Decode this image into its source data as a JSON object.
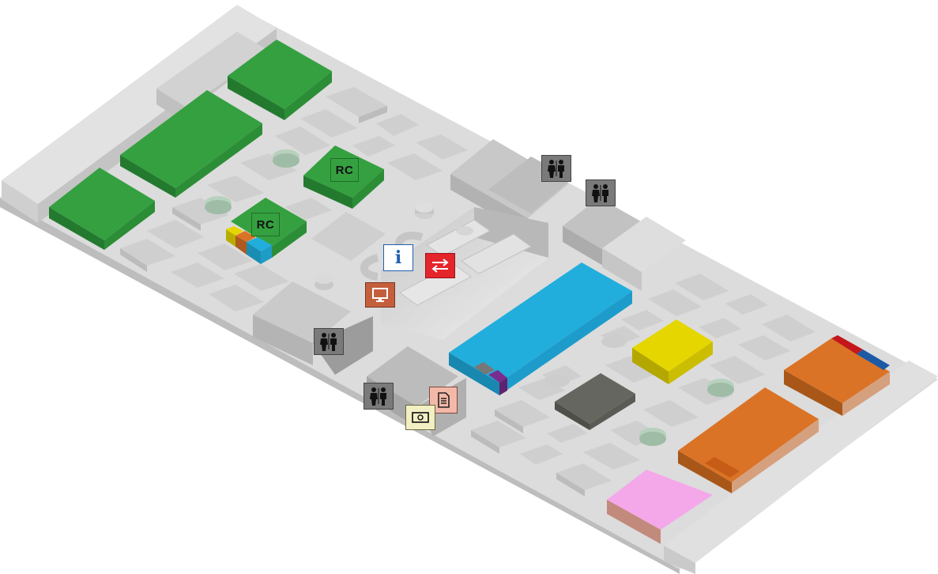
{
  "map": {
    "labels": {
      "rc_upper": "RC",
      "rc_lower": "RC"
    },
    "pois": [
      {
        "type": "restroom",
        "icon": "restroom-icon"
      },
      {
        "type": "restroom",
        "icon": "restroom-icon"
      },
      {
        "type": "restroom",
        "icon": "restroom-icon"
      },
      {
        "type": "restroom",
        "icon": "restroom-icon"
      },
      {
        "type": "information",
        "icon": "info-icon"
      },
      {
        "type": "transfer",
        "icon": "transfer-arrows-icon"
      },
      {
        "type": "screen",
        "icon": "monitor-icon"
      },
      {
        "type": "document",
        "icon": "document-icon"
      },
      {
        "type": "cash",
        "icon": "cash-icon"
      },
      {
        "type": "retail-zone",
        "icon": "rc-label"
      },
      {
        "type": "retail-zone",
        "icon": "rc-label"
      }
    ],
    "colors": {
      "floor": "#dcdcdc",
      "green": "#35a040",
      "blue": "#22aedc",
      "yellow": "#e6d600",
      "orange": "#db7327",
      "pink": "#f4a8ea",
      "dark": "#65665f",
      "red": "#e4252b",
      "purple": "#7b2d8e"
    }
  }
}
